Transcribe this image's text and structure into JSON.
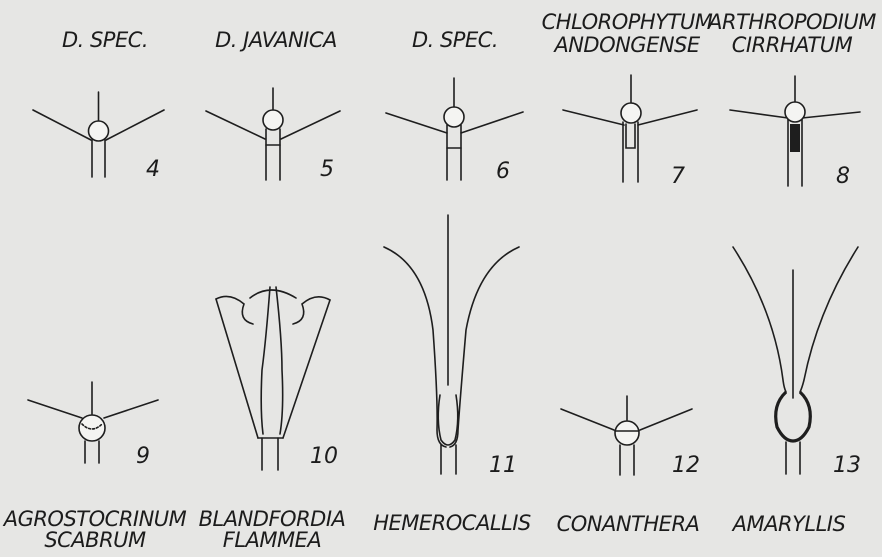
{
  "figures": [
    {
      "number": "4",
      "label_lines": [
        "D. SPEC."
      ]
    },
    {
      "number": "5",
      "label_lines": [
        "D. JAVANICA"
      ]
    },
    {
      "number": "6",
      "label_lines": [
        "D. SPEC."
      ]
    },
    {
      "number": "7",
      "label_lines": [
        "CHLOROPHYTUM",
        "ANDONGENSE"
      ]
    },
    {
      "number": "8",
      "label_lines": [
        "ARTHROPODIUM",
        "CIRRHATUM"
      ]
    },
    {
      "number": "9",
      "label_lines": [
        "AGROSTOCRINUM",
        "SCABRUM"
      ]
    },
    {
      "number": "10",
      "label_lines": [
        "BLANDFORDIA",
        "FLAMMEA"
      ]
    },
    {
      "number": "11",
      "label_lines": [
        "HEMEROCALLIS"
      ]
    },
    {
      "number": "12",
      "label_lines": [
        "CONANTHERA"
      ]
    },
    {
      "number": "13",
      "label_lines": [
        "AMARYLLIS"
      ]
    }
  ]
}
